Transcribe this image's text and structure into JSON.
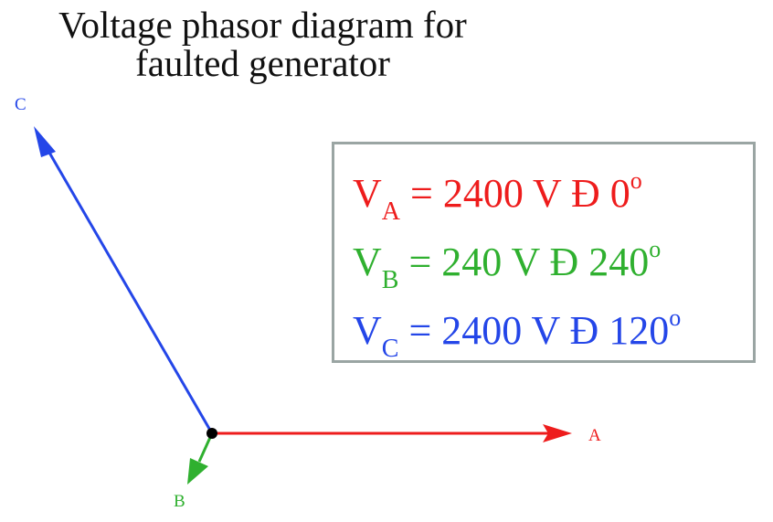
{
  "title": {
    "line1": "Voltage phasor diagram for",
    "line2": "faulted generator"
  },
  "colors": {
    "phase_a": "#ee1c1c",
    "phase_b": "#2fb02f",
    "phase_c": "#2446e8",
    "origin": "#000000",
    "box_border": "#9aa5a3"
  },
  "phasors": [
    {
      "label": "A",
      "magnitude_v": 2400,
      "angle_deg": 0
    },
    {
      "label": "B",
      "magnitude_v": 240,
      "angle_deg": 240
    },
    {
      "label": "C",
      "magnitude_v": 2400,
      "angle_deg": 120
    }
  ],
  "legend": {
    "a": {
      "v": "V",
      "sub": "A",
      "rest": " = 2400 V Đ 0",
      "deg": "o"
    },
    "b": {
      "v": "V",
      "sub": "B",
      "rest": " = 240 V Đ 240",
      "deg": "o"
    },
    "c": {
      "v": "V",
      "sub": "C",
      "rest": " = 2400 V Đ 120",
      "deg": "o"
    }
  },
  "labels": {
    "a": "A",
    "b": "B",
    "c": "C"
  }
}
